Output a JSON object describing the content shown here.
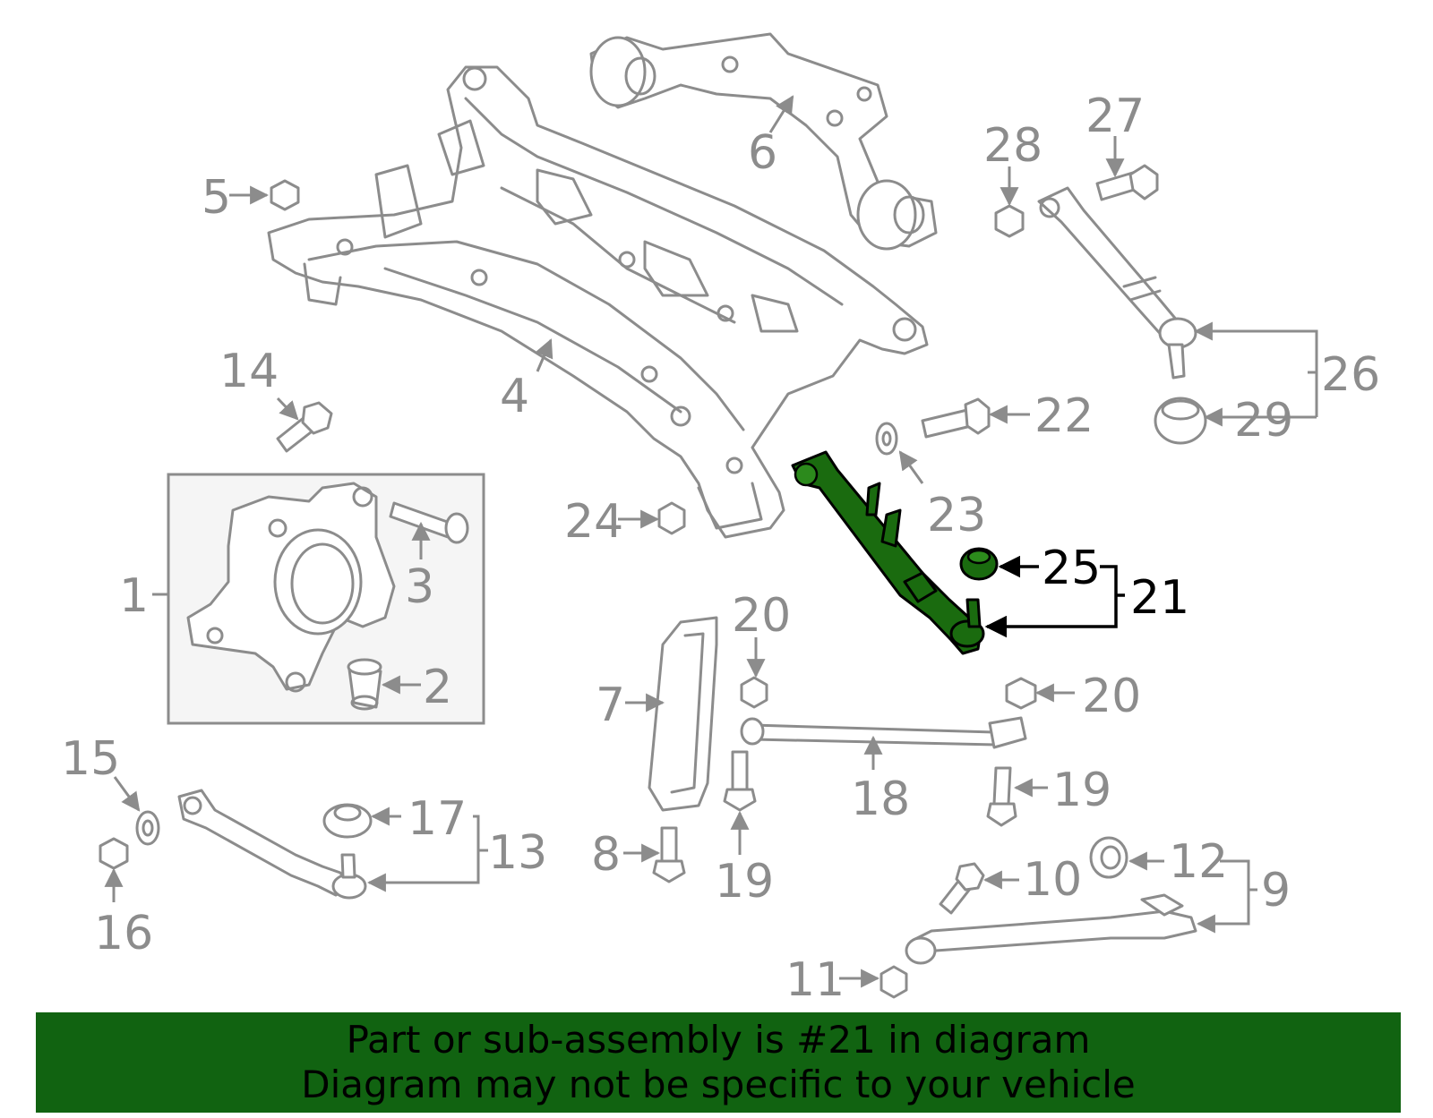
{
  "banner": {
    "line1": "Part or sub-assembly is #21 in diagram",
    "line2": "Diagram may not be specific to your vehicle",
    "color": "#116311"
  },
  "highlight": {
    "part_number": "21",
    "color": "#1a6b0f"
  },
  "callouts": {
    "c1": "1",
    "c2": "2",
    "c3": "3",
    "c4": "4",
    "c5": "5",
    "c6": "6",
    "c7": "7",
    "c8": "8",
    "c9": "9",
    "c10": "10",
    "c11": "11",
    "c12": "12",
    "c13": "13",
    "c14": "14",
    "c15": "15",
    "c16": "16",
    "c17": "17",
    "c18": "18",
    "c19a": "19",
    "c19b": "19",
    "c20a": "20",
    "c20b": "20",
    "c21": "21",
    "c22": "22",
    "c23": "23",
    "c24": "24",
    "c25": "25",
    "c26": "26",
    "c27": "27",
    "c28": "28",
    "c29": "29"
  }
}
